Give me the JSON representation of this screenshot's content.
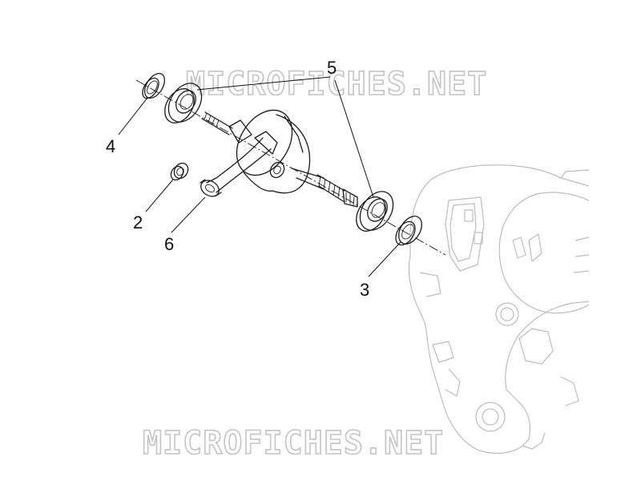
{
  "watermark": {
    "text": "MICROFICHES.NET",
    "color": "#c4c4c4"
  },
  "callouts": [
    {
      "id": "2",
      "label": "2"
    },
    {
      "id": "3",
      "label": "3"
    },
    {
      "id": "4",
      "label": "4"
    },
    {
      "id": "5",
      "label": "5"
    },
    {
      "id": "6",
      "label": "6"
    }
  ],
  "colors": {
    "line": "#1a1a1a",
    "casing": "#bdbdbd",
    "background": "#ffffff"
  }
}
